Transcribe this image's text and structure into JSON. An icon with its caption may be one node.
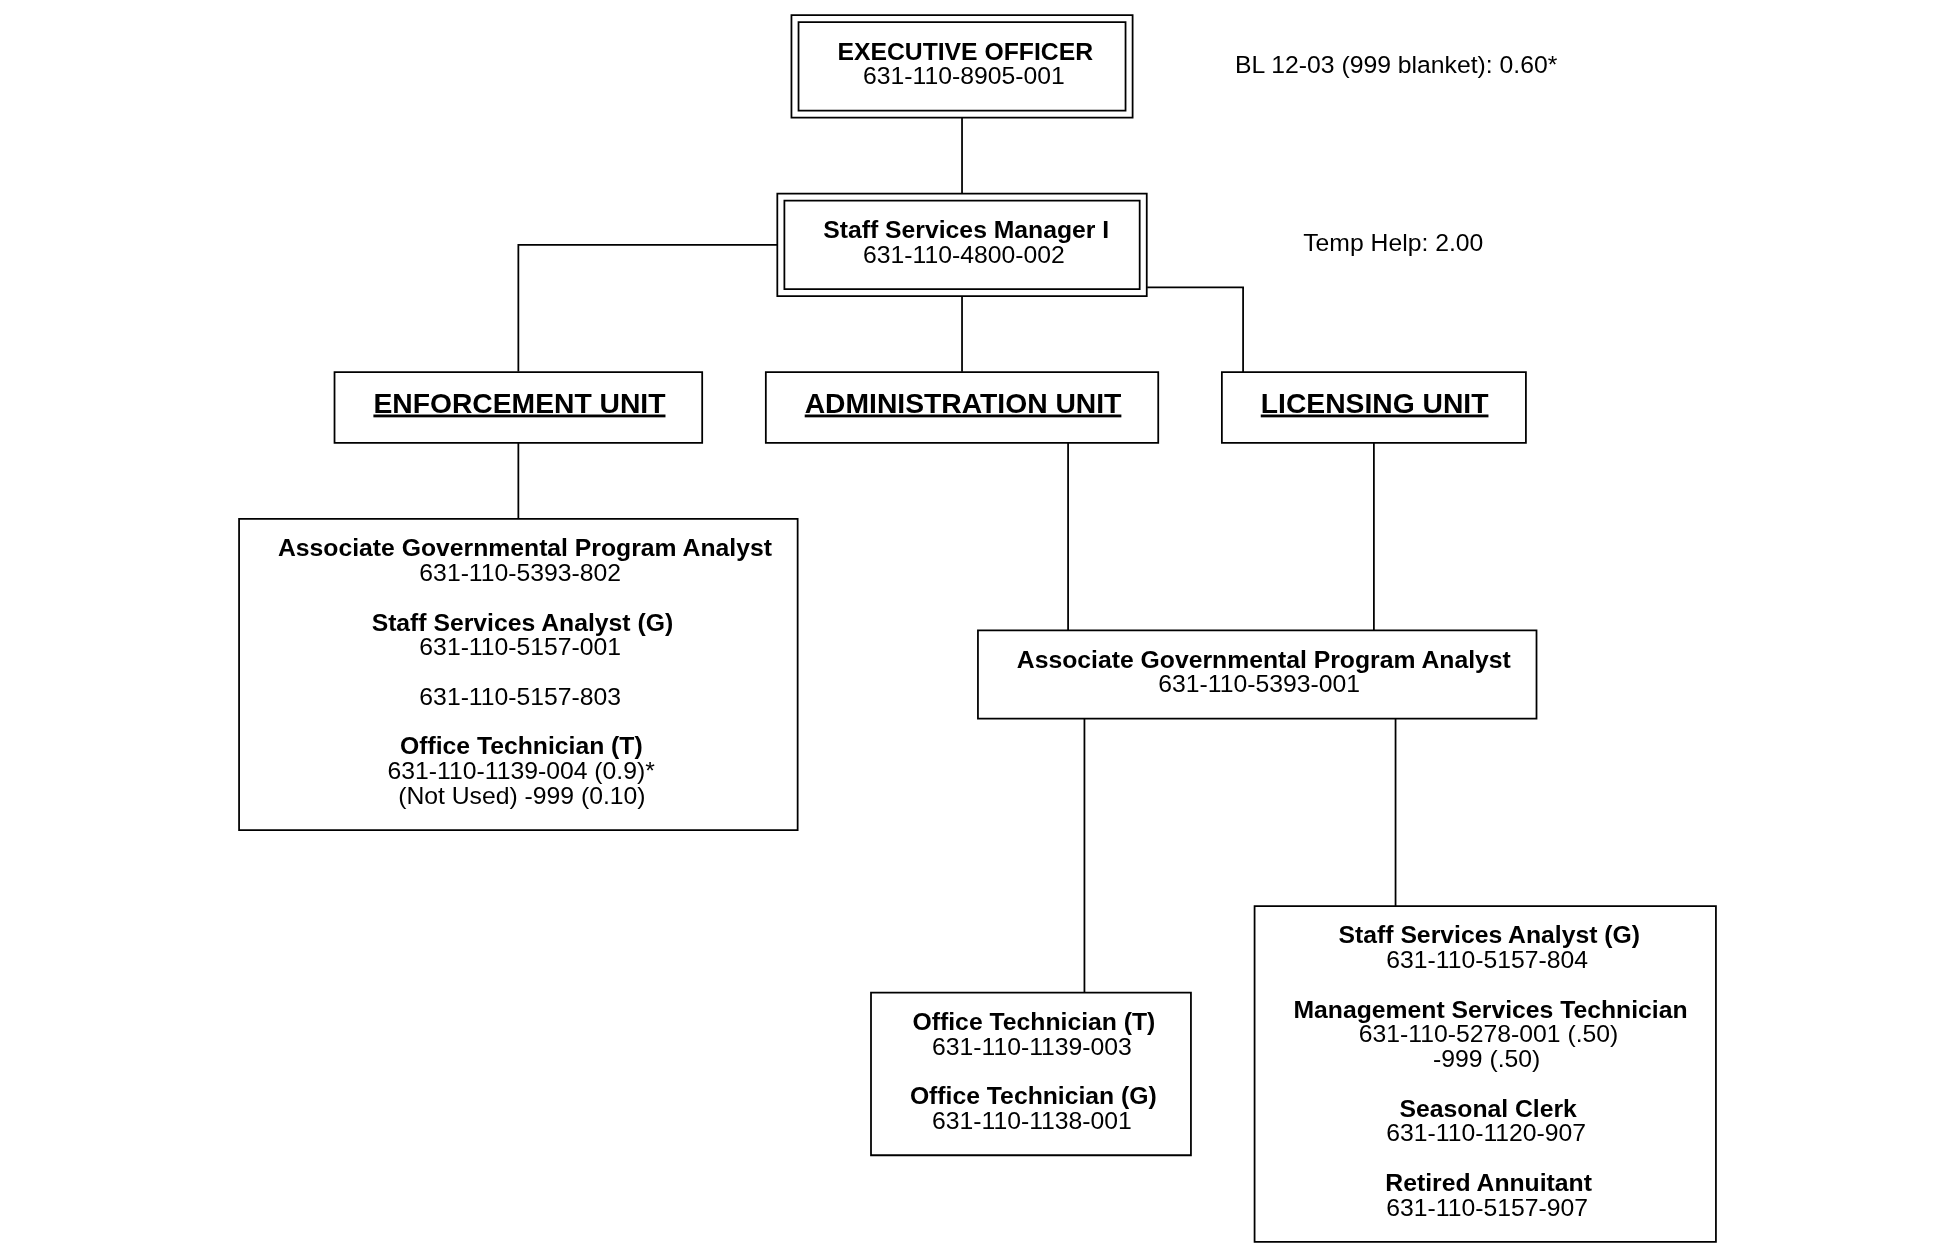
{
  "diagram": {
    "nodes": [
      {
        "text": [
          "EXECUTIVE OFFICER",
          "631-110-8905-001"
        ]
      },
      {
        "text": [
          "Staff Services Manager I",
          "631-110-4800-002"
        ]
      },
      {
        "text": [
          "ENFORCEMENT UNIT"
        ]
      },
      {
        "text": [
          "ADMINISTRATION UNIT"
        ]
      },
      {
        "text": [
          "LICENSING UNIT"
        ]
      },
      {
        "text": [
          "Associate Governmental Program Analyst",
          "631-110-5393-001"
        ]
      },
      {
        "text": [
          "Associate Governmental Program Analyst",
          "631-110-5393-802",
          "Staff Services Analyst (G)",
          "631-110-5157-001",
          "631-110-5157-803",
          "Office Technician (T)",
          "631-110-1139-004 (0.9)*",
          "(Not Used) -999 (0.10)"
        ]
      },
      {
        "text": [
          "Office Technician (T)",
          "631-110-1139-003",
          "Office Technician (G)",
          "631-110-1138-001"
        ]
      },
      {
        "text": [
          "Staff Services Analyst (G)",
          "631-110-5157-804",
          "Management Services Technician",
          "631-110-5278-001 (.50)",
          "-999 (.50)",
          "Seasonal Clerk",
          "631-110-1120-907",
          "Retired Annuitant",
          "631-110-5157-907"
        ]
      }
    ],
    "edges": [
      {
        "from": 0,
        "to": 1,
        "arrow": "none"
      },
      {
        "from": 1,
        "to": 2,
        "arrow": "none"
      },
      {
        "from": 1,
        "to": 3,
        "arrow": "none"
      },
      {
        "from": 1,
        "to": 4,
        "arrow": "none"
      },
      {
        "from": 3,
        "to": 5,
        "arrow": "none"
      },
      {
        "from": 4,
        "to": 5,
        "arrow": "none"
      },
      {
        "from": 2,
        "to": 6,
        "arrow": "none"
      },
      {
        "from": 5,
        "to": 7,
        "arrow": "none"
      },
      {
        "from": 5,
        "to": 8,
        "arrow": "none"
      }
    ],
    "labels": [
      "BL 12-03 (999 blanket): 0.60*",
      "Temp Help: 2.00"
    ]
  }
}
